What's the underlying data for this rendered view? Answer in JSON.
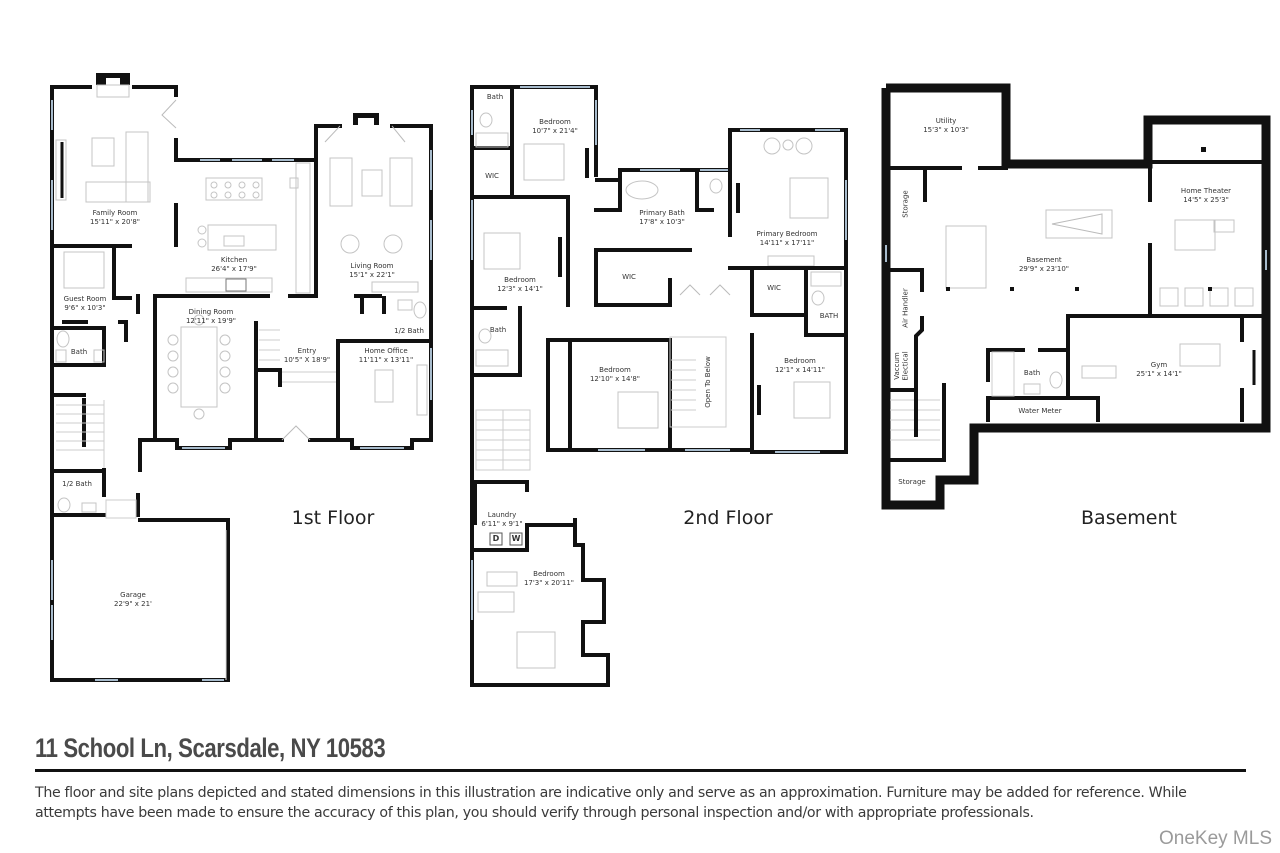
{
  "floors": {
    "first": {
      "title": "1st Floor",
      "rooms": {
        "family_room": {
          "name": "Family Room",
          "dim": "15'11\" x 20'8\""
        },
        "kitchen": {
          "name": "Kitchen",
          "dim": "26'4\" x 17'9\""
        },
        "living_room": {
          "name": "Living Room",
          "dim": "15'1\" x 22'1\""
        },
        "guest_room": {
          "name": "Guest Room",
          "dim": "9'6\" x 10'3\""
        },
        "dining_room": {
          "name": "Dining Room",
          "dim": "12'11\" x 19'9\""
        },
        "entry": {
          "name": "Entry",
          "dim": "10'5\" X 18'9\""
        },
        "home_office": {
          "name": "Home Office",
          "dim": "11'11\" x 13'11\""
        },
        "half_bath_a": {
          "name": "1/2 Bath"
        },
        "bath": {
          "name": "Bath"
        },
        "half_bath_b": {
          "name": "1/2 Bath"
        },
        "garage": {
          "name": "Garage",
          "dim": "22'9\" x 21'"
        }
      }
    },
    "second": {
      "title": "2nd Floor",
      "rooms": {
        "bath_a": {
          "name": "Bath"
        },
        "bedroom_a": {
          "name": "Bedroom",
          "dim": "10'7\" x 21'4\""
        },
        "wic_a": {
          "name": "WIC"
        },
        "bedroom_b": {
          "name": "Bedroom",
          "dim": "12'3\" x 14'1\""
        },
        "primary_bath": {
          "name": "Primary Bath",
          "dim": "17'8\" x 10'3\""
        },
        "primary_bedroom": {
          "name": "Primary Bedroom",
          "dim": "14'11\" x 17'11\""
        },
        "wic_b": {
          "name": "WIC"
        },
        "wic_c": {
          "name": "WIC"
        },
        "bath_b": {
          "name": "BATH"
        },
        "bath_c": {
          "name": "Bath"
        },
        "bedroom_c": {
          "name": "Bedroom",
          "dim": "12'10\" x 14'8\""
        },
        "open_to_below": {
          "name": "Open To Below"
        },
        "bedroom_d": {
          "name": "Bedroom",
          "dim": "12'1\" x 14'11\""
        },
        "laundry": {
          "name": "Laundry",
          "dim": "6'11\" x 9'1\""
        },
        "bedroom_e": {
          "name": "Bedroom",
          "dim": "17'3\" x 20'11\""
        },
        "washer": "W",
        "dryer": "D"
      }
    },
    "basement": {
      "title": "Basement",
      "rooms": {
        "utility": {
          "name": "Utility",
          "dim": "15'3\" x 10'3\""
        },
        "storage_a": {
          "name": "Storage"
        },
        "home_theater": {
          "name": "Home Theater",
          "dim": "14'5\" x 25'3\""
        },
        "basement": {
          "name": "Basement",
          "dim": "29'9\" x 23'10\""
        },
        "air_handler": {
          "name": "Air Handler"
        },
        "vaccum": {
          "name": "Vaccum"
        },
        "electical": {
          "name": "Electical"
        },
        "bath": {
          "name": "Bath"
        },
        "gym": {
          "name": "Gym",
          "dim": "25'1\" x 14'1\""
        },
        "water_meter": {
          "name": "Water Meter"
        },
        "storage_b": {
          "name": "Storage"
        }
      }
    }
  },
  "footer": {
    "address": "11 School Ln, Scarsdale, NY 10583",
    "disclaimer": "The floor and site plans depicted and stated dimensions in this illustration are indicative only and serve as an approximation. Furniture may be added for reference. While attempts have been made to ensure the accuracy of this plan, you should verify through personal inspection and/or with appropriate professionals.",
    "watermark": "OneKey MLS"
  },
  "colors": {
    "wall": "#111111",
    "window": "#9ab0c4",
    "fixture": "#bbbbbb",
    "text": "#333333"
  }
}
